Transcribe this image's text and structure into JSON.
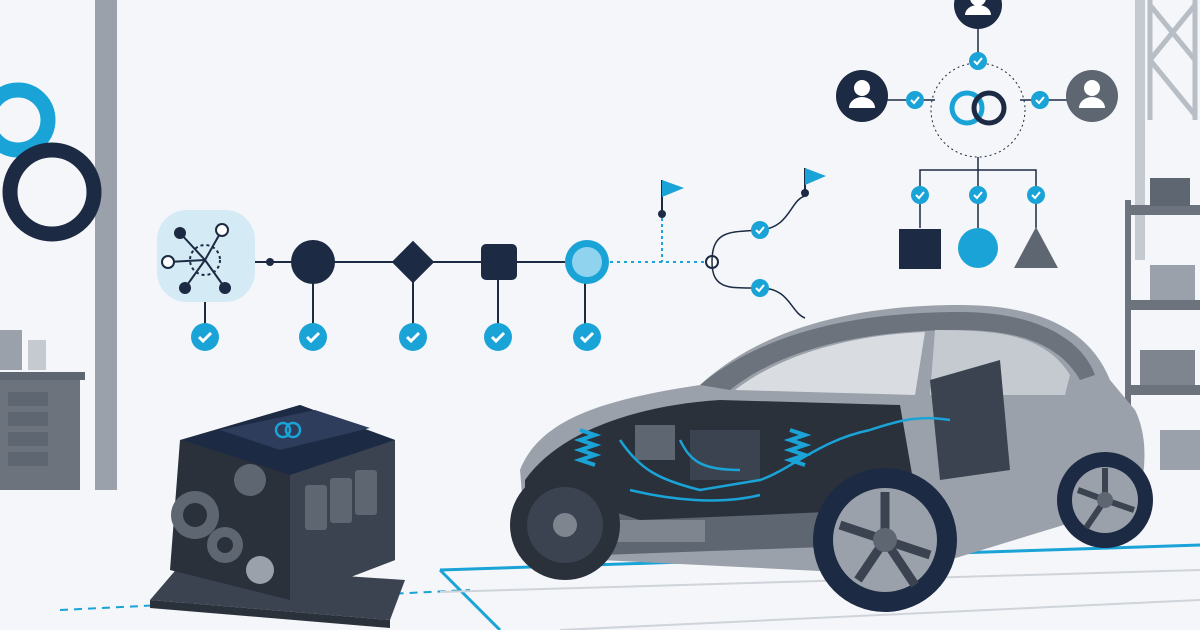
{
  "illustration": {
    "theme": "automotive-engineering-workflow",
    "palette": {
      "navy": "#1c2a44",
      "accent": "#1aa3d6",
      "accent_light": "#8fd3ee",
      "steel": "#5e6672",
      "steel_light": "#9aa1aa",
      "background": "#f4f6f9"
    },
    "workflow_nodes": [
      {
        "shape": "network-hub",
        "checked": true
      },
      {
        "shape": "circle",
        "checked": true
      },
      {
        "shape": "diamond",
        "checked": true
      },
      {
        "shape": "square",
        "checked": true
      },
      {
        "shape": "accent-circle",
        "checked": true
      }
    ],
    "branches": [
      {
        "destination": "flag",
        "checked": true
      },
      {
        "destination": "flag",
        "checked": true
      }
    ],
    "org_tree": {
      "people": [
        "top-person",
        "left-person",
        "right-person"
      ],
      "hub": "linked-rings",
      "children": [
        "square",
        "circle",
        "triangle"
      ]
    },
    "objects": [
      "engine",
      "car-chassis",
      "shelving",
      "workbench",
      "logo-rings"
    ]
  }
}
